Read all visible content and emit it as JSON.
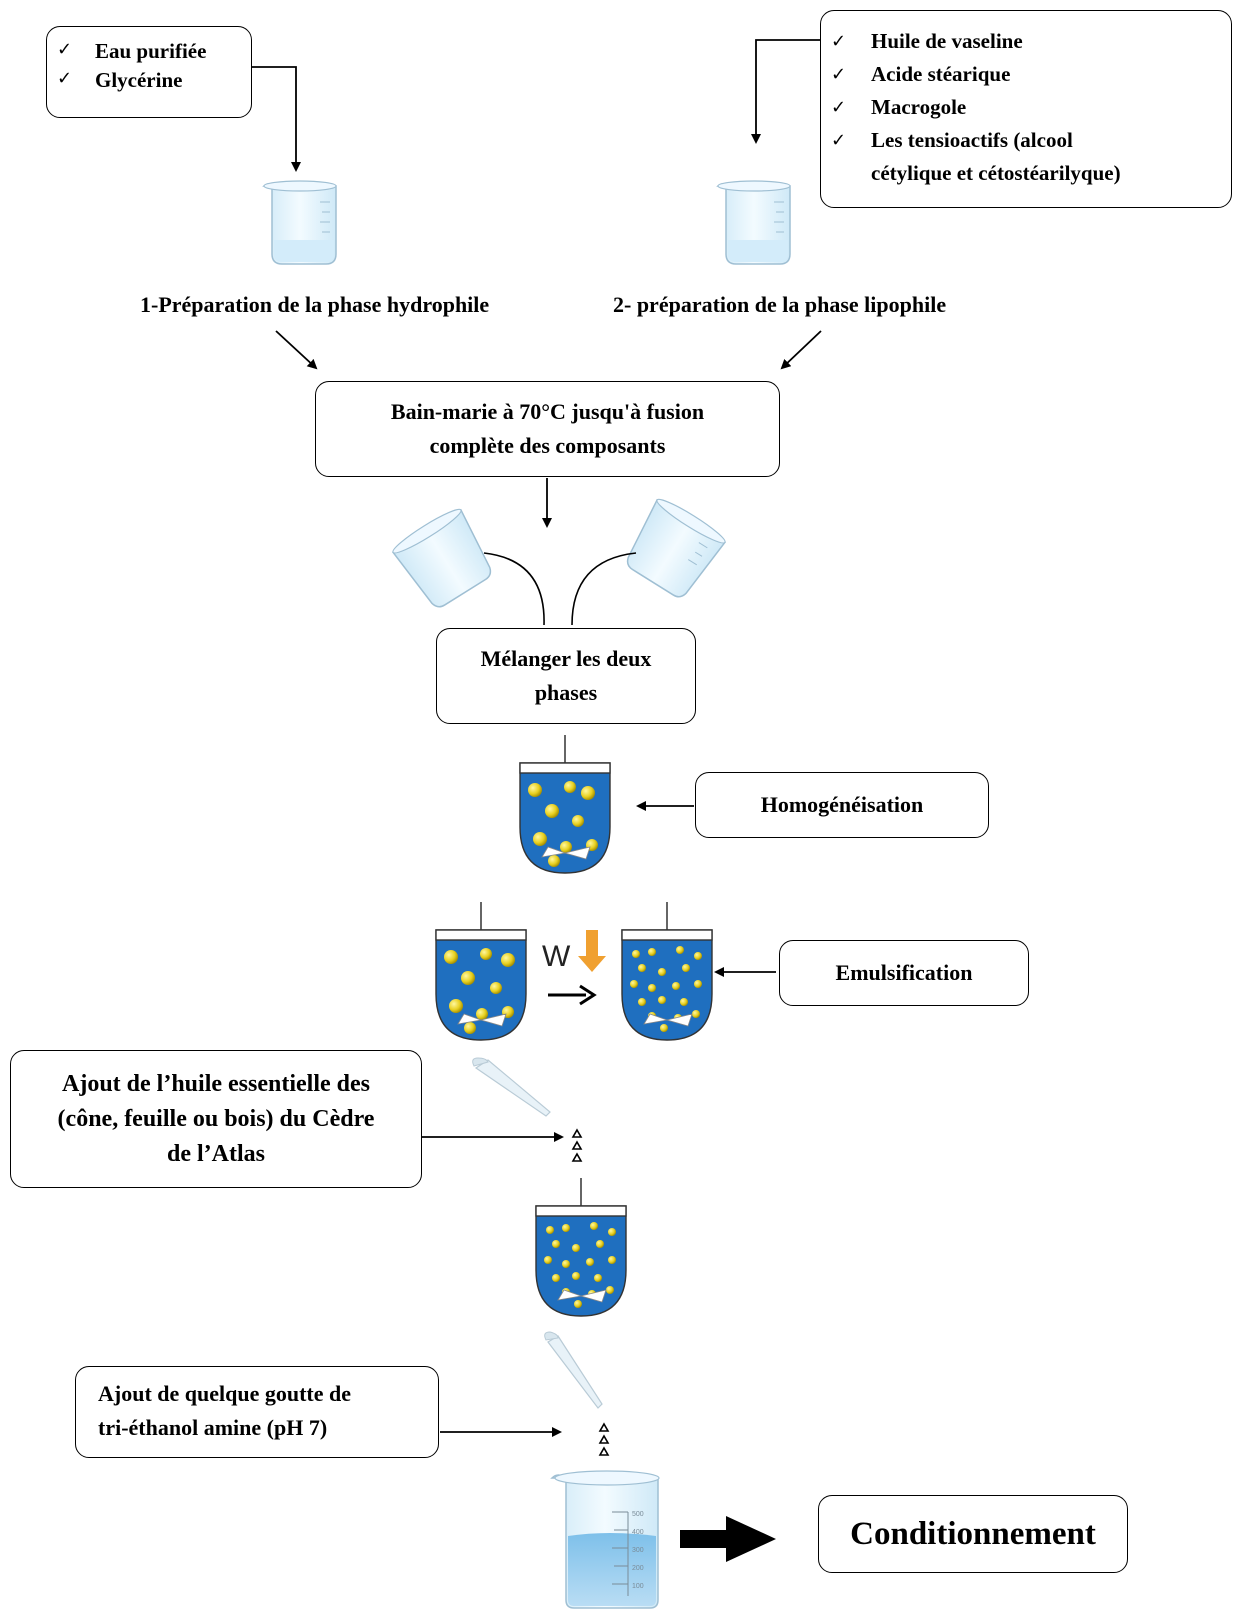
{
  "ingredients_hydrophile": {
    "check_symbol": "✓",
    "items": [
      "Eau purifiée",
      "Glycérine"
    ]
  },
  "ingredients_lipophile": {
    "check_symbol": "✓",
    "items": [
      "Huile de vaseline",
      "Acide stéarique",
      "Macrogole",
      "Les tensioactifs (alcool",
      "cétylique et cétostéarilyque)"
    ],
    "checked": [
      true,
      true,
      true,
      true,
      false
    ]
  },
  "phase_labels": {
    "hydrophile": "1-Préparation de la phase hydrophile",
    "lipophile": "2- préparation de la phase lipophile"
  },
  "steps": {
    "bain_marie": [
      "Bain-marie à 70°C jusqu'à fusion",
      "complète des composants"
    ],
    "melanger": [
      "Mélanger les deux",
      "phases"
    ],
    "homogeneisation": "Homogénéisation",
    "emulsification": "Emulsification",
    "ajout_huile": [
      "Ajout de l’huile essentielle  des",
      "(cône, feuille ou bois) du Cèdre",
      "de l’Atlas"
    ],
    "ajout_tea": [
      "Ajout de quelque goutte de",
      "tri-éthanol amine (pH 7)"
    ],
    "conditionnement": "Conditionnement"
  },
  "icons": {
    "work_letter": "W",
    "beaker_scale": [
      "500",
      "400",
      "300",
      "200",
      "100"
    ]
  },
  "colors": {
    "liquid_blue": "#1f6fbf",
    "bubble_yellow": "#e8d020",
    "beaker_light": "#dff0fb",
    "work_arrow": "#f0a030"
  }
}
